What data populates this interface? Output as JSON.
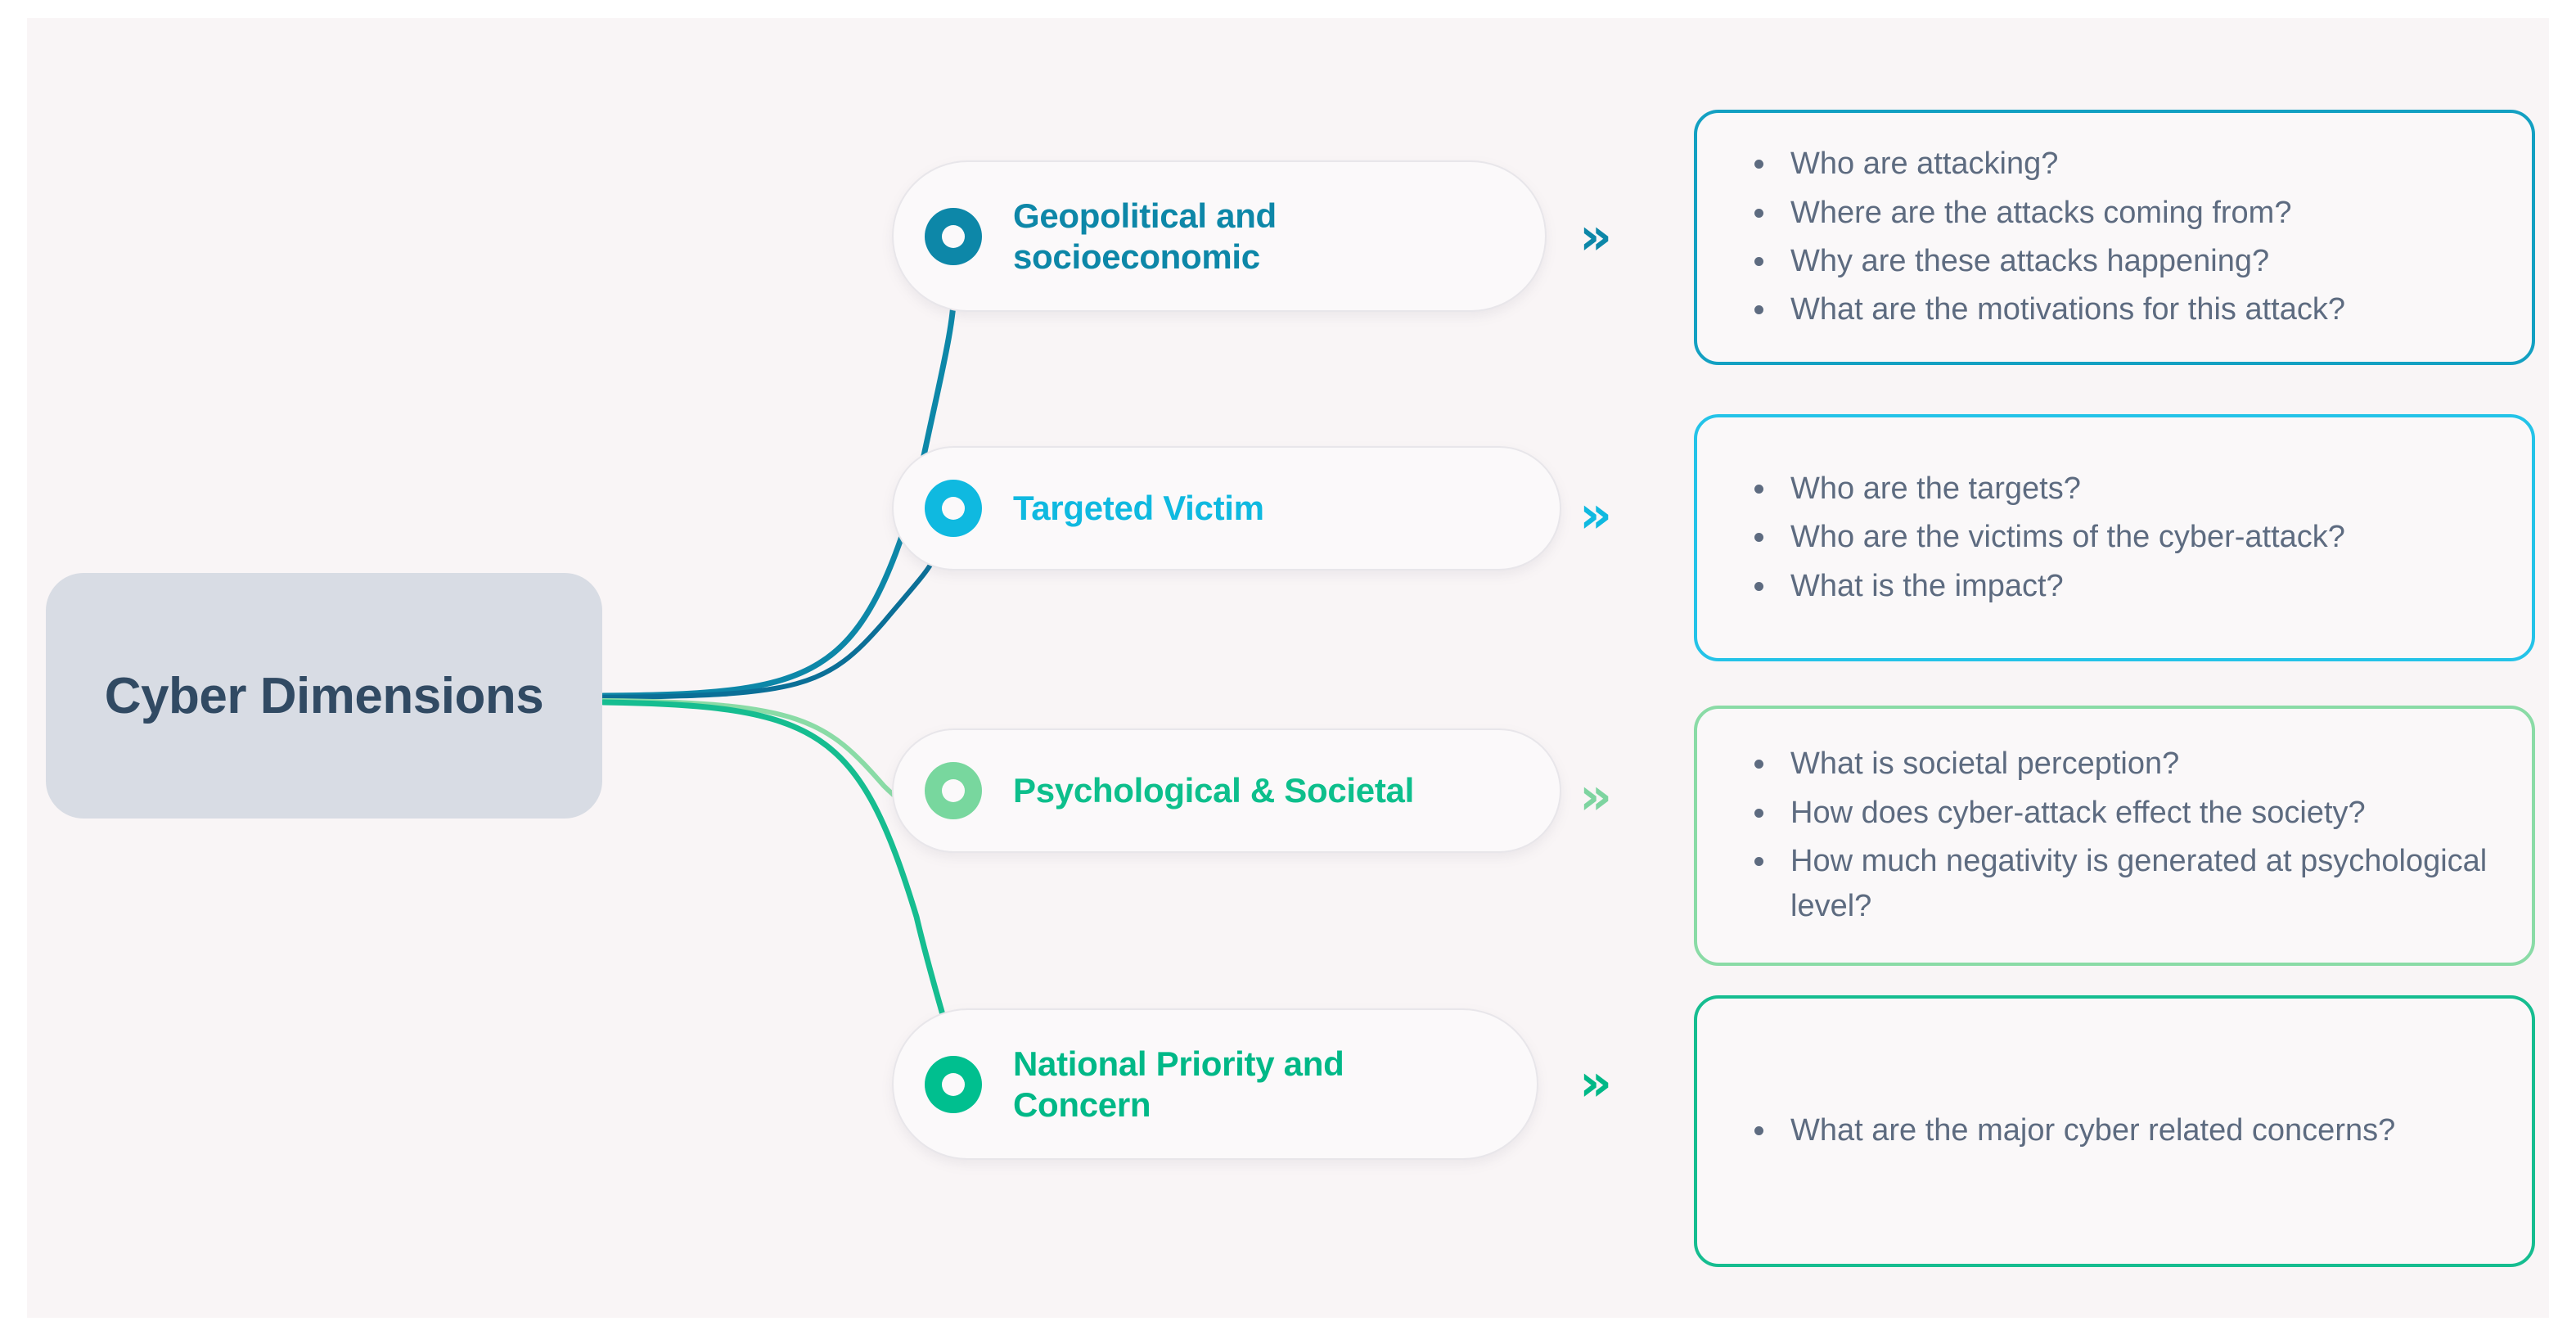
{
  "diagram": {
    "title": "Cyber Dimensions",
    "root_label": "Cyber Dimensions",
    "root_fill": "#d8dce4",
    "root_text_color": "#314a63",
    "canvas_background": "#f9f5f6",
    "page_background": "#ffffff",
    "bullet_text_color": "#5d6b80",
    "chevron_glyph": "»",
    "chevron_icon_name": "double-chevron-right-icon"
  },
  "branches": [
    {
      "id": "geopolitical-and-socioeconomic",
      "label": "Geopolitical and socioeconomic",
      "label_line1": "Geopolitical and",
      "label_line2": "socioeconomic",
      "accent": "#0d87a8",
      "donut_color": "#0d87a8",
      "card_border": "#13a0c2",
      "chevron_color": "#0d87a8",
      "questions": [
        "Who are attacking?",
        "Where are the attacks coming from?",
        "Why are these attacks happening?",
        "What are the motivations for this attack?"
      ]
    },
    {
      "id": "targeted-victim",
      "label": "Targeted Victim",
      "label_line1": "Targeted Victim",
      "label_line2": "",
      "accent": "#0fb9e0",
      "donut_color": "#0fb9e0",
      "card_border": "#24c3e8",
      "chevron_color": "#0fb9e0",
      "questions": [
        "Who are the targets?",
        "Who are the victims of the cyber-attack?",
        "What is the impact?"
      ]
    },
    {
      "id": "psychological-and-societal",
      "label": "Psychological & Societal",
      "label_line1": "Psychological & Societal",
      "label_line2": "",
      "accent": "#0dbf8c",
      "donut_color": "#78d79e",
      "card_border": "#8adba6",
      "chevron_color": "#7ed4a0",
      "questions": [
        "What is societal perception?",
        "How does cyber-attack effect the society?",
        "How much negativity is generated at psychological level?"
      ]
    },
    {
      "id": "national-priority-and-concern",
      "label": "National Priority and Concern",
      "label_line1": "National Priority and",
      "label_line2": "Concern",
      "accent": "#00b887",
      "donut_color": "#00bf8f",
      "card_border": "#16bd90",
      "chevron_color": "#00b887",
      "questions": [
        "What are the major cyber related concerns?"
      ]
    }
  ]
}
